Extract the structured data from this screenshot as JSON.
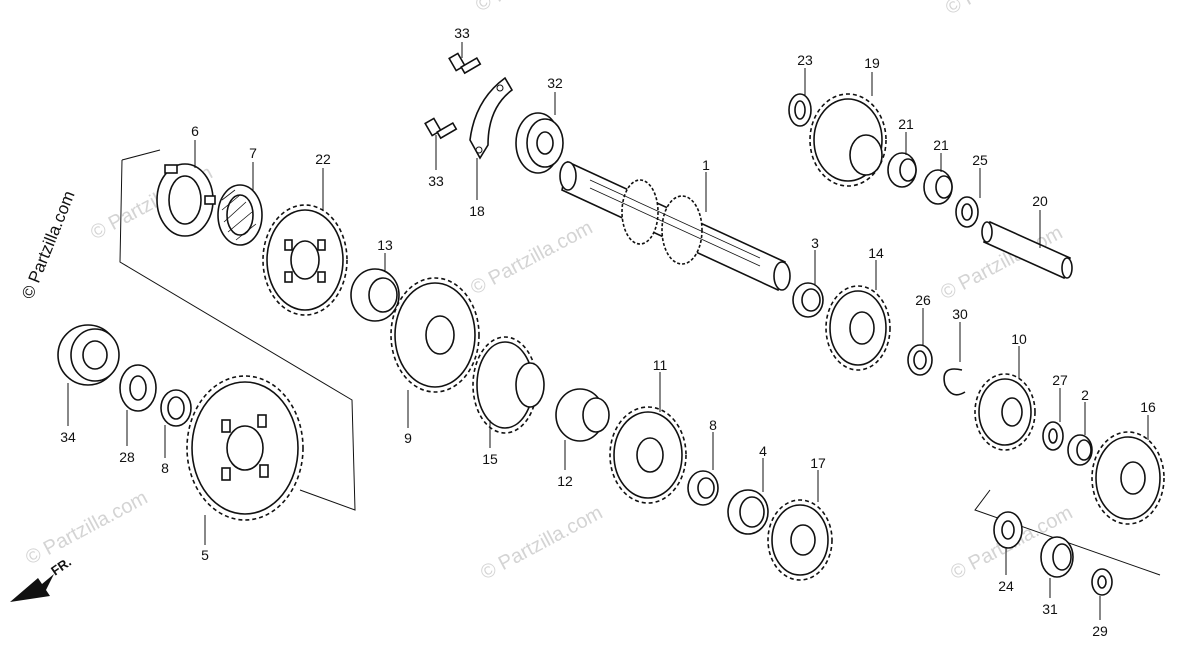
{
  "watermark": {
    "text": "© Partzilla.com"
  },
  "copyright": "© Partzilla.com",
  "front_marker": "FR.",
  "callouts": [
    "1",
    "2",
    "3",
    "4",
    "5",
    "6",
    "7",
    "8",
    "8",
    "9",
    "10",
    "11",
    "12",
    "13",
    "14",
    "15",
    "16",
    "17",
    "18",
    "19",
    "20",
    "21",
    "21",
    "22",
    "23",
    "24",
    "25",
    "26",
    "27",
    "28",
    "29",
    "30",
    "31",
    "32",
    "33",
    "33",
    "34"
  ]
}
